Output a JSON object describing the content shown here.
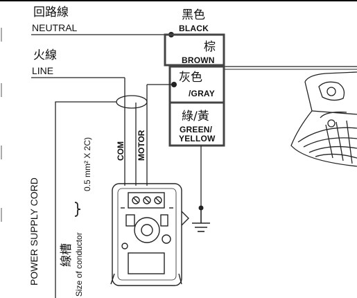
{
  "labels": {
    "neutral_cn": "回路線",
    "neutral_en": "NEUTRAL",
    "line_cn": "火線",
    "line_en": "LINE",
    "black_cn": "黑色",
    "black_en": "BLACK",
    "brown_cn": "棕",
    "brown_en": "BROWN",
    "gray_cn": "灰色",
    "gray_en": "/GRAY",
    "green_yellow_cn": "綠/黃",
    "green_en": "GREEN/",
    "yellow_en": "YELLOW",
    "com": "COM",
    "motor": "MOTOR",
    "power_supply_cord": "POWER SUPPLY CORD",
    "conductor_size_cn": "線槽",
    "conductor_size_en": "Size of conductor",
    "conductor_spec": "0.5 mm² X 2C)"
  },
  "colors": {
    "line_color": "#222222",
    "box_color": "#444444"
  }
}
